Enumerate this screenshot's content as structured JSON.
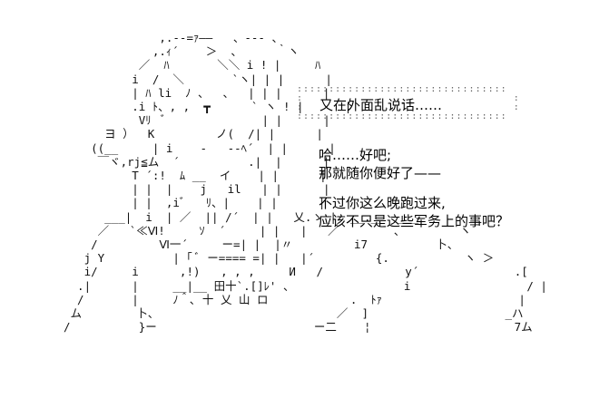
{
  "art": {
    "lines": [
      "              ,.-‐=ｧ――   、--- 、",
      "             ,.ｨ´    ＞  、     ｀ヽ",
      "           ／  ﾊ       ＼＼ i ! |     ﾊ",
      "          i  /  ＼       `ヽ| | |      |",
      "          | ﾊ li  ﾉ 、  、  | | |      |",
      "          .i ﾄ、, ,  ┳      ` ヽ ! |      |",
      "           Vﾘ  ﾞ              | |      |",
      "      ヨ ）  K         ノ(  /| |      |",
      "    ((__     | i    -   --ﾍ´  | |      |",
      "     ￣ヾ,rj≦ム  ´          .|  |      |",
      "          T ´:!  ﾑ __  イ    | |      |",
      "          | |  |    j   il   | |      |",
      "          | |  ,iﾞ   ﾘ、|    | |      |",
      "      ___|  i  | ／  || /´  | |   乂.ゝ_|  __.__  ___",
      "     ／   `≪Ⅵ!     ｿ  ´     | |   |   ／        、        ヽ",
      "    /         Ⅵ一´     ー=| |  |〃         i7          卜、",
      "   j Y          | ｢ ﾞ ー==== =| |   |´         {.           ヽ ＞",
      "   i/     i      ,!)   , , ,     И   /            y´              .[",
      "  .|      |     __|__ 田十`.[]ﾚ' 、                i                 / |",
      "  /       |     ﾉ＾､ 十 乂 山 ロ            .  ﾄｧ                    |",
      " ム        卜、                          ／  ]                    _ハ",
      "/          }ー                       ー二    ¦                     7ム"
    ]
  },
  "box": {
    "frame": ":::::::::::::::::::::::::::::::::\n:                                 :\n:                                 :\n:::::::::::::::::::::::::::::::::",
    "text": "又在外面乱说话……"
  },
  "speech": {
    "line1": "哈……好吧;\n那就随你便好了——",
    "line2": "不过你这么晚跑过来,\n应该不只是这些军务上的事吧？"
  }
}
